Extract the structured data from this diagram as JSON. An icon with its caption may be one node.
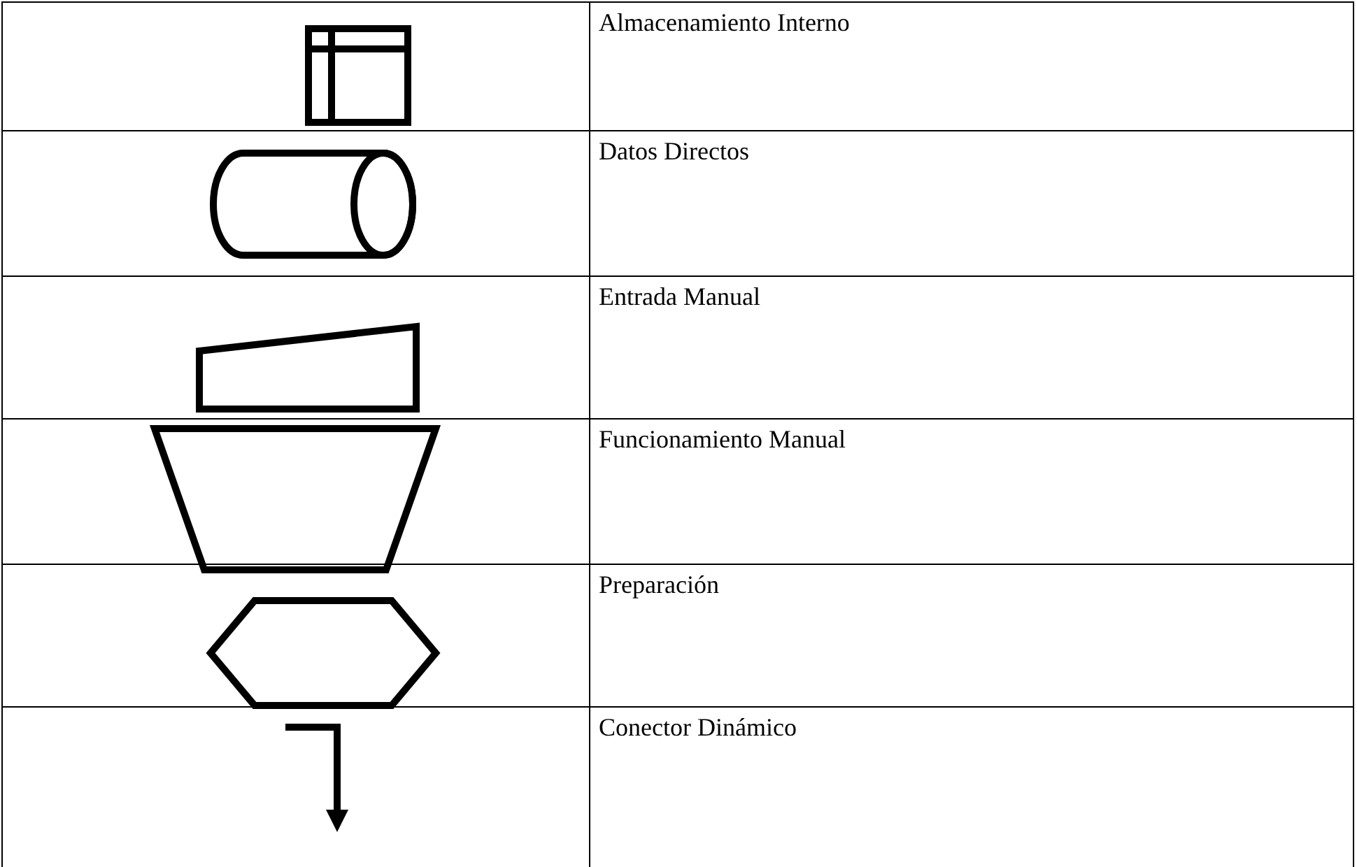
{
  "diagram": {
    "labels": [
      "Almacenamiento Interno",
      "Datos Directos",
      "Entrada Manual",
      "Funcionamiento Manual",
      "Preparación",
      "Conector Dinámico"
    ]
  }
}
